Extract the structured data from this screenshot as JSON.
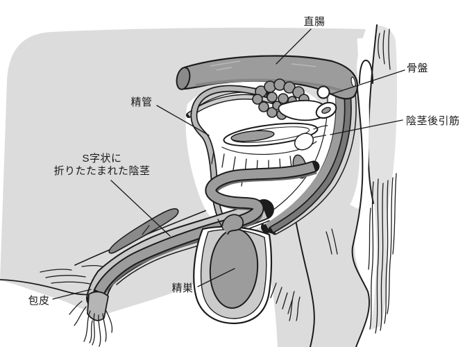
{
  "diagram": {
    "labels": {
      "rectum": "直腸",
      "pelvis": "骨盤",
      "vas_deferens": "精管",
      "retractor_penis_muscle": "陰茎後引筋",
      "sigmoid_penis_line1": "S字状に",
      "sigmoid_penis_line2": "折りたたまれた陰茎",
      "testis": "精巣",
      "prepuce": "包皮"
    },
    "colors": {
      "background": "#ffffff",
      "body": "#dcdcdc",
      "body_light": "#e2e2e2",
      "organ": "#9c9c9c",
      "organ_dark": "#8a8a8a",
      "retractor": "#787878",
      "sheath": "#c8c8c8",
      "cord": "#b8b8b8",
      "band_light": "#d4d4d4",
      "scrotum_inner": "#cbcbcb",
      "outline": "#1c1c1c",
      "label": "#1a1a1a"
    }
  }
}
